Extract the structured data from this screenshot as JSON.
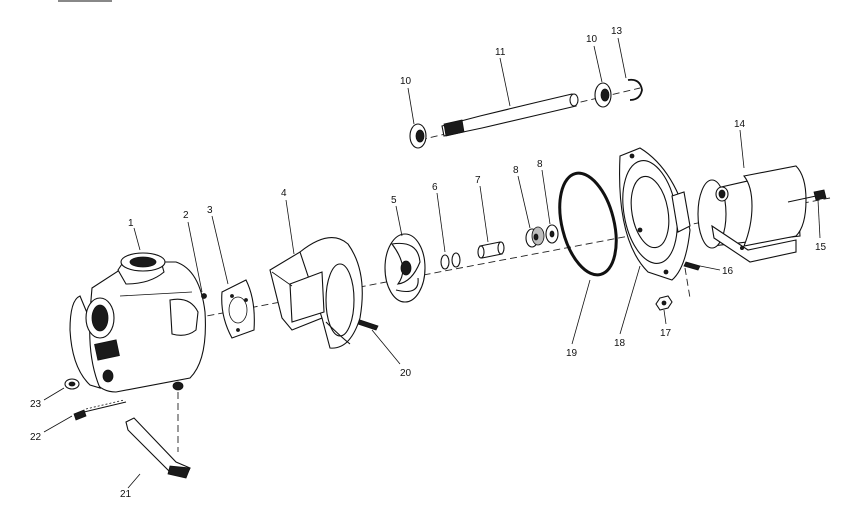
{
  "diagram": {
    "labels": {
      "p1": "1",
      "p2": "2",
      "p3": "3",
      "p4": "4",
      "p5": "5",
      "p6": "6",
      "p7": "7",
      "p8a": "8",
      "p8b": "8",
      "p10a": "10",
      "p10b": "10",
      "p11": "11",
      "p13": "13",
      "p14": "14",
      "p15": "15",
      "p16": "16",
      "p17": "17",
      "p18": "18",
      "p19": "19",
      "p20": "20",
      "p21": "21",
      "p22": "22",
      "p23": "23"
    }
  }
}
